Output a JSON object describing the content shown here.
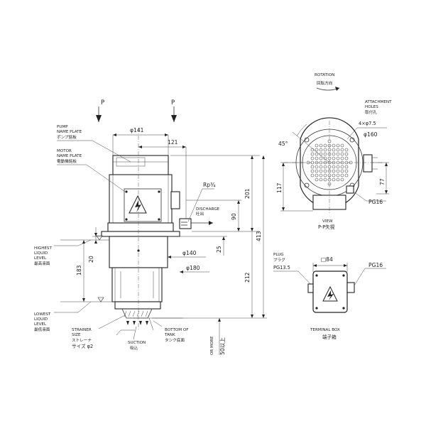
{
  "labels": {
    "rotation_en": "ROTATION",
    "rotation_jp": "回転方向",
    "view_p_left": "P",
    "view_p_right": "P",
    "pump_plate_1": "PUMP",
    "pump_plate_2": "NAME PLATE",
    "pump_plate_jp": "ポンプ銘板",
    "motor_plate_1": "MOTOR",
    "motor_plate_2": "NAME PLATE",
    "motor_plate_jp": "電動機銘板",
    "dim_141": "φ141",
    "dim_121": "121",
    "dim_rp": "Rp¾",
    "discharge_en": "DISCHARGE",
    "discharge_jp": "吐出",
    "dim_201": "201",
    "dim_90": "90",
    "dim_413": "413",
    "dim_140": "φ140",
    "dim_25": "25",
    "dim_180": "φ180",
    "dim_212": "212",
    "dim_20": "20",
    "dim_183": "183",
    "highest_1": "HIGHEST",
    "highest_2": "LIQUID",
    "highest_3": "LEVEL",
    "highest_jp": "最高液面",
    "lowest_1": "LOWEST",
    "lowest_2": "LIQUID",
    "lowest_3": "LEVEL",
    "lowest_jp": "最低液面",
    "strainer_1": "STRAINER",
    "strainer_2": "SIZE",
    "strainer_jp": "ストレーナ",
    "strainer_size": "サイズ φ2",
    "suction_en": "SUCTION",
    "suction_jp": "吸込",
    "bottom_1": "BOTTOM OF",
    "bottom_2": "TANK",
    "bottom_jp": "タンク底面",
    "or_more": "OR MORE",
    "or_more_val": "50以上",
    "attach_1": "ATTACHMENT",
    "attach_2": "HOLES",
    "attach_jp": "取付孔",
    "holes": "4×φ7.5",
    "dim_160": "φ160",
    "dim_45": "45°",
    "dim_117": "117",
    "dim_77": "77",
    "pg16_view": "PG16",
    "view_en": "VIEW",
    "view_jp": "P-P矢視",
    "plug_1": "PLUG",
    "plug_jp": "プラグ",
    "plug_size": "PG13.5",
    "dim_84": "□84",
    "pg16_box": "PG16",
    "terminal_en": "TERMINAL BOX",
    "terminal_jp": "端子箱"
  }
}
